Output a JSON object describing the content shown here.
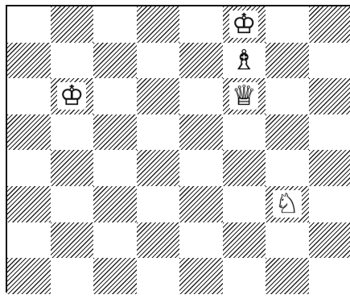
{
  "board": {
    "rows": 8,
    "cols": 8,
    "dark_color": "#222222",
    "light_color": "#ffffff",
    "pieces": [
      {
        "row": 0,
        "col": 5,
        "piece": "white-king-icon",
        "glyph": "♔"
      },
      {
        "row": 1,
        "col": 5,
        "piece": "white-bishop-icon",
        "glyph": "♗"
      },
      {
        "row": 2,
        "col": 1,
        "piece": "white-king-icon",
        "glyph": "♔"
      },
      {
        "row": 2,
        "col": 5,
        "piece": "white-queen-icon",
        "glyph": "♕"
      },
      {
        "row": 5,
        "col": 6,
        "piece": "white-knight-icon",
        "glyph": "♘"
      }
    ]
  }
}
